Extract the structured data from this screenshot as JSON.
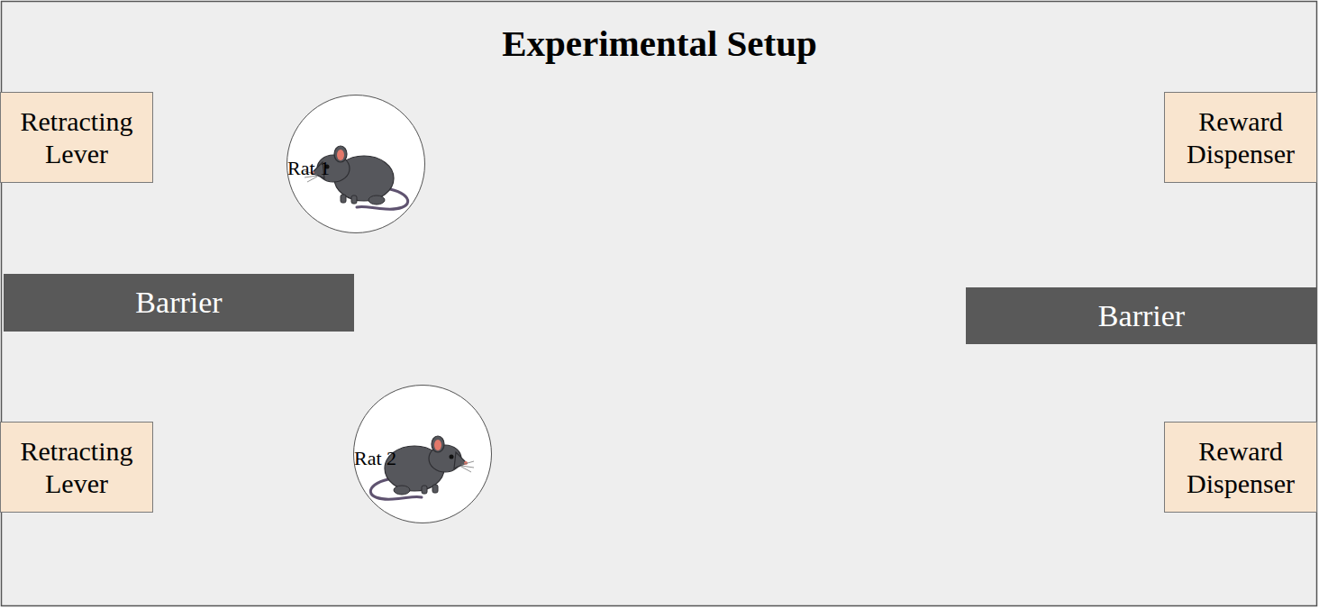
{
  "diagram": {
    "title": "Experimental Setup",
    "nodes": [
      {
        "text": [
          "Retracting Lever"
        ]
      },
      {
        "text": [
          "Rat 1"
        ]
      },
      {
        "text": [
          "Reward Dispenser"
        ]
      },
      {
        "text": [
          "Barrier"
        ]
      },
      {
        "text": [
          "Barrier"
        ]
      },
      {
        "text": [
          "Retracting Lever"
        ]
      },
      {
        "text": [
          "Rat 2"
        ]
      },
      {
        "text": [
          "Reward Dispenser"
        ]
      }
    ]
  }
}
